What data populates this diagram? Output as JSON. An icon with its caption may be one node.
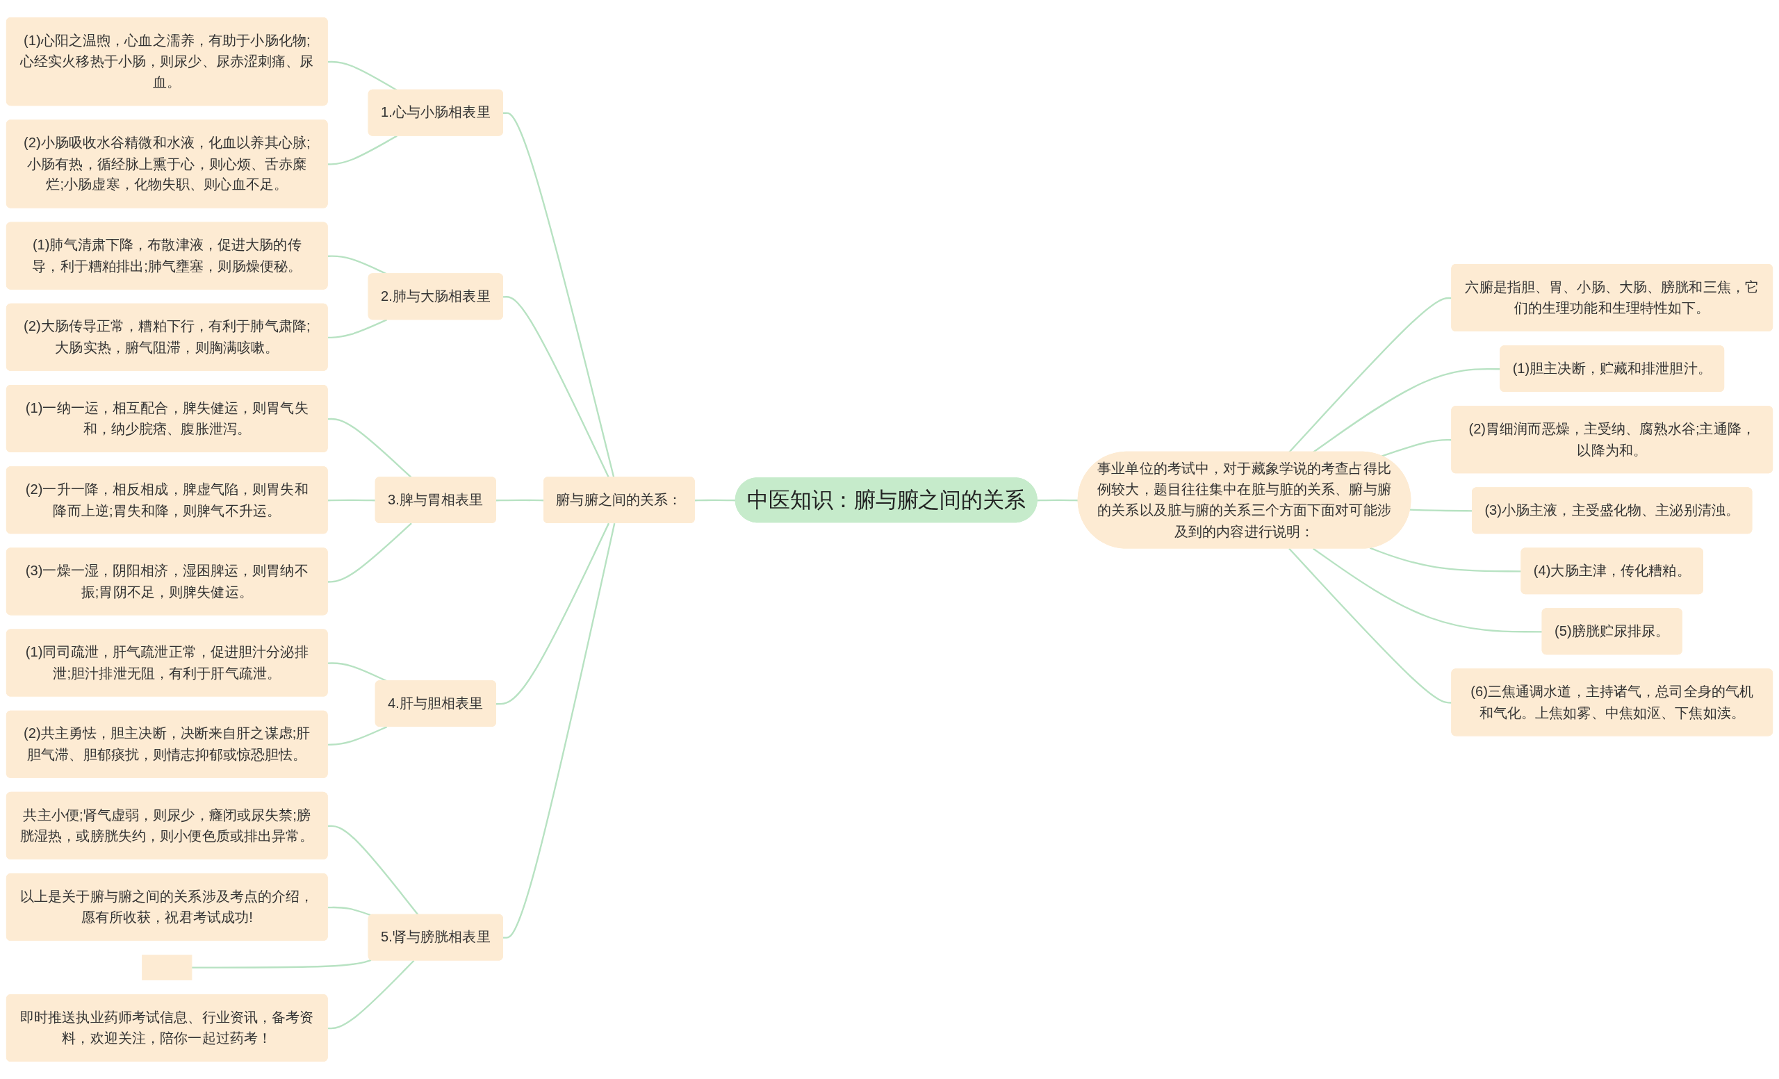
{
  "diagram": {
    "nodes": [
      {
        "text": [
          "中医知识：腑与腑之间的关系"
        ]
      },
      {
        "text": [
          "腑与腑之间的关系："
        ]
      },
      {
        "text": [
          "1.心与小肠相表里"
        ]
      },
      {
        "text": [
          "(1)心阳之温煦，心血之濡养，有助于小肠化物;心经实火移热于小肠，则尿少、尿赤涩刺痛、尿血。"
        ]
      },
      {
        "text": [
          "(2)小肠吸收水谷精微和水液，化血以养其心脉;小肠有热，循经脉上熏于心，则心烦、舌赤糜烂;小肠虚寒，化物失职、则心血不足。"
        ]
      },
      {
        "text": [
          "2.肺与大肠相表里"
        ]
      },
      {
        "text": [
          "(1)肺气清肃下降，布散津液，促进大肠的传导，利于糟粕排出;肺气壅塞，则肠燥便秘。"
        ]
      },
      {
        "text": [
          "(2)大肠传导正常，糟粕下行，有利于肺气肃降;大肠实热，腑气阻滞，则胸满咳嗽。"
        ]
      },
      {
        "text": [
          "3.脾与胃相表里"
        ]
      },
      {
        "text": [
          "(1)一纳一运，相互配合，脾失健运，则胃气失和，纳少脘痞、腹胀泄泻。"
        ]
      },
      {
        "text": [
          "(2)一升一降，相反相成，脾虚气陷，则胃失和降而上逆;胃失和降，则脾气不升运。"
        ]
      },
      {
        "text": [
          "(3)一燥一湿，阴阳相济，湿困脾运，则胃纳不振;胃阴不足，则脾失健运。"
        ]
      },
      {
        "text": [
          "4.肝与胆相表里"
        ]
      },
      {
        "text": [
          "(1)同司疏泄，肝气疏泄正常，促进胆汁分泌排泄;胆汁排泄无阻，有利于肝气疏泄。"
        ]
      },
      {
        "text": [
          "(2)共主勇怯，胆主决断，决断来自肝之谋虑;肝胆气滞、胆郁痰扰，则情志抑郁或惊恐胆怯。"
        ]
      },
      {
        "text": [
          "5.肾与膀胱相表里"
        ]
      },
      {
        "text": [
          "共主小便;肾气虚弱，则尿少，癃闭或尿失禁;膀胱湿热，或膀胱失约，则小便色质或排出异常。"
        ]
      },
      {
        "text": [
          "以上是关于腑与腑之间的关系涉及考点的介绍，愿有所收获，祝君考试成功!"
        ]
      },
      {
        "text": [],
        "shape": "box"
      },
      {
        "text": [
          "即时推送执业药师考试信息、行业资讯，备考资料，欢迎关注，陪你一起过药考！"
        ]
      },
      {
        "text": [
          "事业单位的考试中，对于藏象学说的考查占得比例较大，题目往往集中在脏与脏的关系、腑与腑的关系以及脏与腑的关系三个方面下面对可能涉及到的内容进行说明："
        ]
      },
      {
        "text": [
          "六腑是指胆、胃、小肠、大肠、膀胱和三焦，它们的生理功能和生理特性如下。"
        ]
      },
      {
        "text": [
          "(1)胆主决断，贮藏和排泄胆汁。"
        ]
      },
      {
        "text": [
          "(2)胃细润而恶燥，主受纳、腐熟水谷;主通降，以降为和。"
        ]
      },
      {
        "text": [
          "(3)小肠主液，主受盛化物、主泌别清浊。"
        ]
      },
      {
        "text": [
          "(4)大肠主津，传化糟粕。"
        ]
      },
      {
        "text": [
          "(5)膀胱贮尿排尿。"
        ]
      },
      {
        "text": [
          "(6)三焦通调水道，主持诸气，总司全身的气机和气化。上焦如雾、中焦如沤、下焦如渎。"
        ]
      }
    ],
    "edges": [
      {
        "from": 3,
        "to": 2,
        "arrow": "none"
      },
      {
        "from": 4,
        "to": 2,
        "arrow": "none"
      },
      {
        "from": 6,
        "to": 5,
        "arrow": "none"
      },
      {
        "from": 7,
        "to": 5,
        "arrow": "none"
      },
      {
        "from": 9,
        "to": 8,
        "arrow": "none"
      },
      {
        "from": 10,
        "to": 8,
        "arrow": "none"
      },
      {
        "from": 11,
        "to": 8,
        "arrow": "none"
      },
      {
        "from": 13,
        "to": 12,
        "arrow": "none"
      },
      {
        "from": 14,
        "to": 12,
        "arrow": "none"
      },
      {
        "from": 16,
        "to": 15,
        "arrow": "none"
      },
      {
        "from": 17,
        "to": 15,
        "arrow": "none"
      },
      {
        "from": 18,
        "to": 15,
        "arrow": "none"
      },
      {
        "from": 19,
        "to": 15,
        "arrow": "none"
      },
      {
        "from": 2,
        "to": 1,
        "arrow": "none"
      },
      {
        "from": 5,
        "to": 1,
        "arrow": "none"
      },
      {
        "from": 8,
        "to": 1,
        "arrow": "none"
      },
      {
        "from": 12,
        "to": 1,
        "arrow": "none"
      },
      {
        "from": 15,
        "to": 1,
        "arrow": "none"
      },
      {
        "from": 1,
        "to": 0,
        "arrow": "none"
      },
      {
        "from": 0,
        "to": 20,
        "arrow": "none"
      },
      {
        "from": 20,
        "to": 21,
        "arrow": "none"
      },
      {
        "from": 20,
        "to": 22,
        "arrow": "none"
      },
      {
        "from": 20,
        "to": 23,
        "arrow": "none"
      },
      {
        "from": 20,
        "to": 24,
        "arrow": "none"
      },
      {
        "from": 20,
        "to": 25,
        "arrow": "none"
      },
      {
        "from": 20,
        "to": 26,
        "arrow": "none"
      },
      {
        "from": 20,
        "to": 27,
        "arrow": "none"
      }
    ]
  }
}
